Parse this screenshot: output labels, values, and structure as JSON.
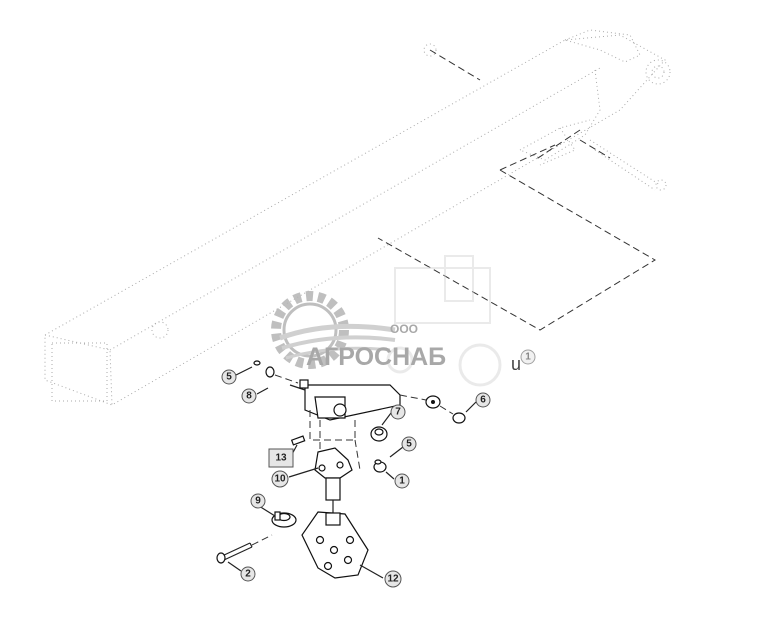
{
  "watermark": {
    "company_prefix": "ООО",
    "company_name": "АГРОСНАБ",
    "suffix": "u"
  },
  "callouts": [
    {
      "id": "c5a",
      "label": "5"
    },
    {
      "id": "c8",
      "label": "8"
    },
    {
      "id": "c7",
      "label": "7"
    },
    {
      "id": "c6",
      "label": "6"
    },
    {
      "id": "c5b",
      "label": "5"
    },
    {
      "id": "c1a",
      "label": "1"
    },
    {
      "id": "c1b",
      "label": "1"
    },
    {
      "id": "c13",
      "label": "13"
    },
    {
      "id": "c10",
      "label": "10"
    },
    {
      "id": "c9",
      "label": "9"
    },
    {
      "id": "c2",
      "label": "2"
    },
    {
      "id": "c12",
      "label": "12"
    }
  ]
}
